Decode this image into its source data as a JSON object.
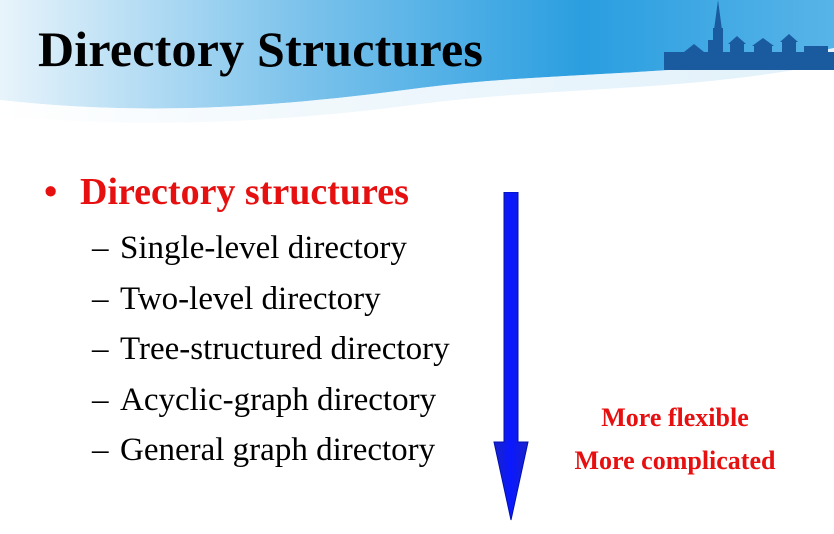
{
  "title": "Directory Structures",
  "bullet": {
    "symbol": "•",
    "label": "Directory structures"
  },
  "sub_items": [
    {
      "dash": "–",
      "label": "Single-level directory"
    },
    {
      "dash": "–",
      "label": "Two-level directory"
    },
    {
      "dash": "–",
      "label": "Tree-structured directory"
    },
    {
      "dash": "–",
      "label": "Acyclic-graph directory"
    },
    {
      "dash": "–",
      "label": "General graph directory"
    }
  ],
  "annotations": {
    "line1": "More flexible",
    "line2": "More complicated"
  },
  "colors": {
    "accent_red": "#e61010",
    "arrow_blue": "#0a18ff",
    "header_blue": "#2a9ee0"
  },
  "icons": {
    "arrow": "down-arrow-icon",
    "skyline": "town-skyline-icon"
  }
}
